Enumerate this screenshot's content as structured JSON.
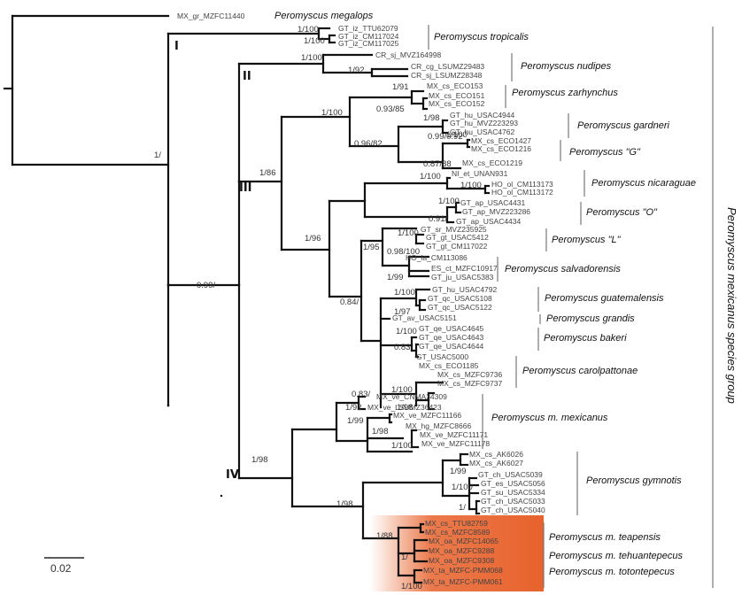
{
  "species_group_label": "Peromyscus mexicanus species group",
  "scale_bar_label": "0.02",
  "highlight_color": "#e8622c",
  "clade_labels": [
    "I",
    "II",
    "III",
    "IV"
  ],
  "tips": [
    "MX_gr_MZFC11440",
    "GT_iz_TTU62079",
    "GT_iz_CM117024",
    "GT_iz_CM117025",
    "CR_sj_MVZ164998",
    "CR_cg_LSUMZ29483",
    "CR_sj_LSUMZ28348",
    "MX_cs_ECO153",
    "MX_cs_ECO151",
    "MX_cs_ECO152",
    "GT_hu_USAC4944",
    "GT_hu_MVZ223293",
    "GT_hu_USAC4762",
    "MX_cs_ECO1427",
    "MX_cs_ECO1216",
    "MX_cs_ECO1219",
    "NI_et_UNAN931",
    "HO_ol_CM113173",
    "HO_ol_CM113172",
    "GT_ap_USAC4431",
    "GT_ap_MVZ223286",
    "GT_ap_USAC4434",
    "GT_sr_MVZ235925",
    "GT_gt_USAC5412",
    "GT_gt_CM117022",
    "HO_la_CM113086",
    "ES_ct_MZFC10917",
    "GT_ju_USAC5383",
    "GT_hu_USAC4792",
    "GT_qc_USAC5108",
    "GT_qc_USAC5122",
    "GT_av_USAC5151",
    "GT_qe_USAC4645",
    "GT_qe_USAC4643",
    "GT_qe_USAC4644",
    "GT_USAC5000",
    "MX_cs_ECO1185",
    "MX_cs_MZFC9736",
    "MX_cs_MZFC9737",
    "MX_ve_CNMA34309",
    "MX_ve_LSUMZ36423",
    "MX_ve_MZFC11166",
    "MX_hg_MZFC8666",
    "MX_ve_MZFC11171",
    "MX_ve_MZFC11178",
    "MX_cs_AK6026",
    "MX_cs_AK6027",
    "GT_ch_USAC5039",
    "GT_es_USAC5056",
    "GT_su_USAC5334",
    "GT_ch_USAC5033",
    "GT_ch_USAC5040",
    "MX_cs_TTU82759",
    "MX_cs_MZFC8589",
    "MX_oa_MZFC14065",
    "MX_oa_MZFC9288",
    "MX_oa_MZFC9308",
    "MX_ta_MZFC-PMM068",
    "MX_ta_MZFC-PMM061"
  ],
  "groups": [
    "Peromyscus megalops",
    "Peromyscus tropicalis",
    "Peromyscus nudipes",
    "Peromyscus zarhynchus",
    "Peromyscus gardneri",
    "Peromyscus \"G\"",
    "Peromyscus nicaraguae",
    "Peromyscus \"O\"",
    "Peromyscus \"L\"",
    "Peromyscus salvadorensis",
    "Peromyscus guatemalensis",
    "Peromyscus grandis",
    "Peromyscus bakeri",
    "Peromyscus carolpattonae",
    "Peromyscus m. mexicanus",
    "Peromyscus gymnotis",
    "Peromyscus m. teapensis",
    "Peromyscus m. tehuantepecus",
    "Peromyscus m. totontepecus"
  ],
  "support": [
    "1/",
    "0.99/",
    "1/100",
    "1/100",
    "1/100",
    "1/92",
    "1/86",
    "1/100",
    "0.93/85",
    "1/91",
    "1/98",
    "0.99/0.92",
    "1/100",
    "0.96/82",
    "0.87/88",
    "1/100",
    "1/100",
    "1/100",
    "0.91/",
    "1/96",
    "1/95",
    "1/100",
    "0.98/100",
    "1/99",
    "0.84/",
    "1/100",
    "1/97",
    "1/100",
    "0.83",
    "1/100",
    "1/98",
    "1/98",
    "0.83/",
    "1/92",
    "1/99",
    "1/98",
    "1/100",
    "1/98",
    "1/99",
    "1/100",
    "1/",
    "1/88",
    "1/",
    "1/100"
  ]
}
